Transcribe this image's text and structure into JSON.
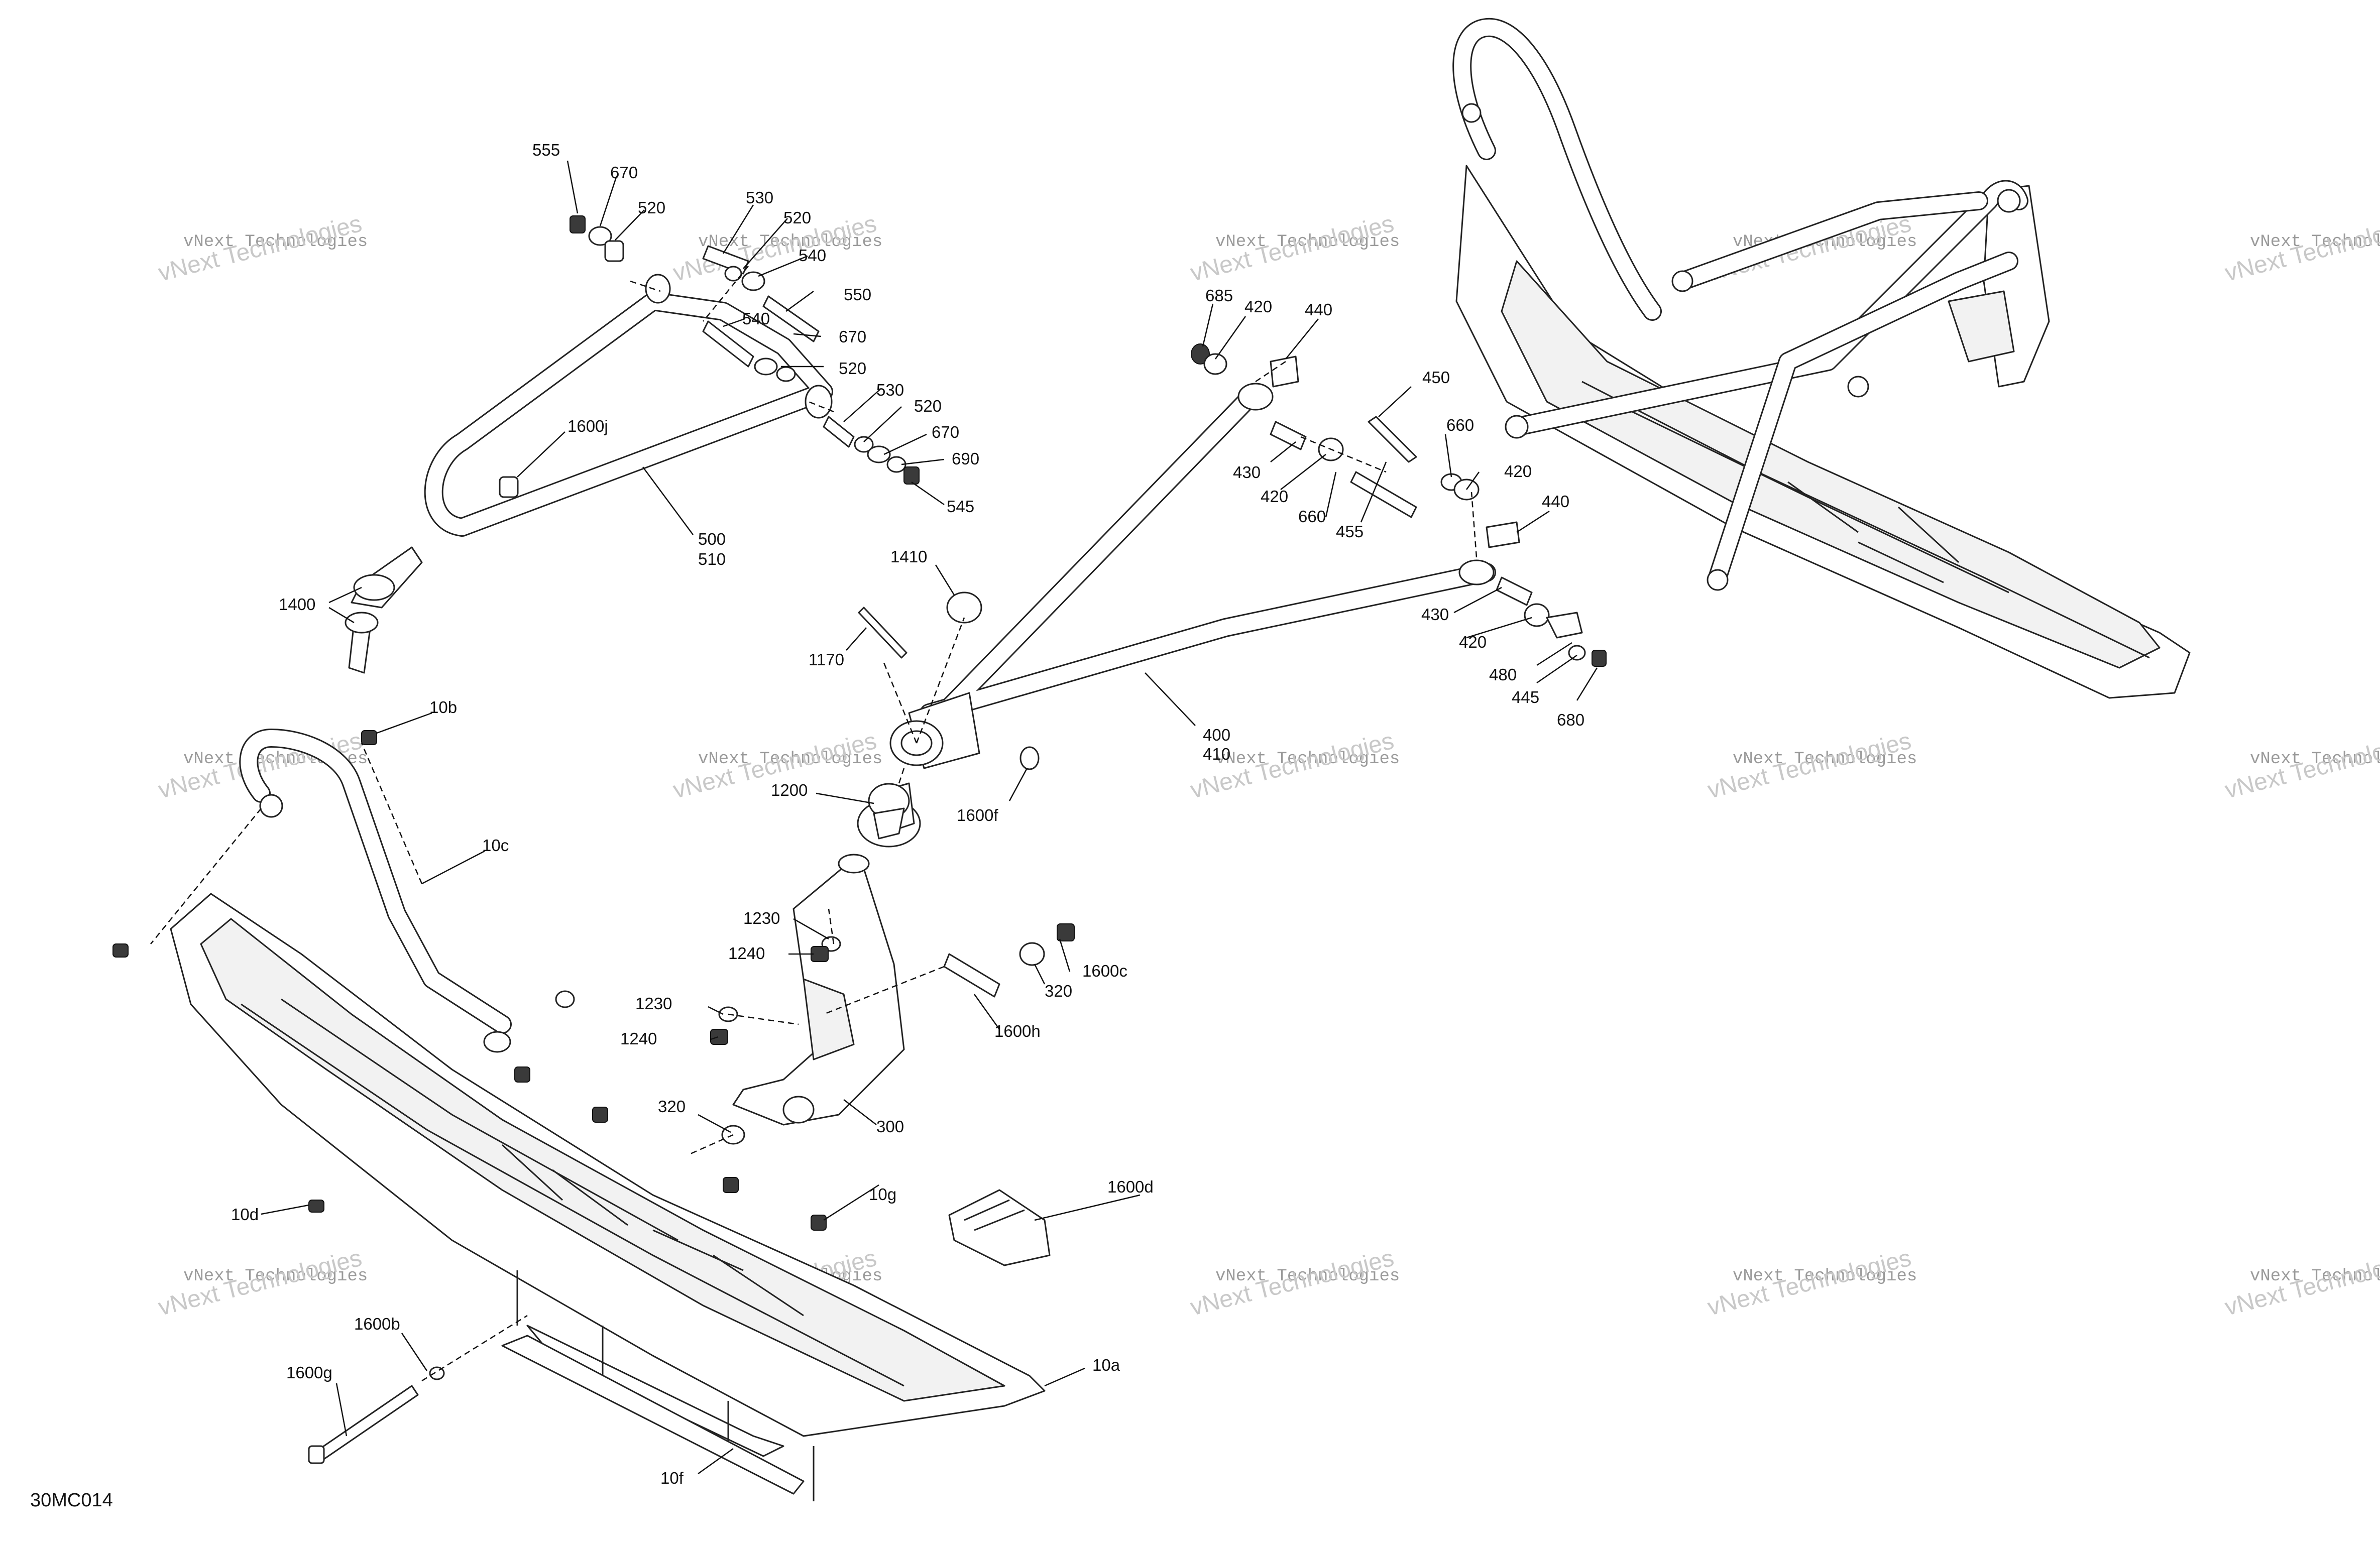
{
  "diagram": {
    "code": "30MC014",
    "watermark": {
      "line1": "vNext Technologies",
      "line2": "vNext Technologies"
    },
    "callouts": [
      {
        "id": "c555",
        "text": "555"
      },
      {
        "id": "c670a",
        "text": "670"
      },
      {
        "id": "c520a",
        "text": "520"
      },
      {
        "id": "c530a",
        "text": "530"
      },
      {
        "id": "c520b",
        "text": "520"
      },
      {
        "id": "c540a",
        "text": "540"
      },
      {
        "id": "c550",
        "text": "550"
      },
      {
        "id": "c540b",
        "text": "540"
      },
      {
        "id": "c670b",
        "text": "670"
      },
      {
        "id": "c520c",
        "text": "520"
      },
      {
        "id": "c530b",
        "text": "530"
      },
      {
        "id": "c520d",
        "text": "520"
      },
      {
        "id": "c670c",
        "text": "670"
      },
      {
        "id": "c690",
        "text": "690"
      },
      {
        "id": "c545",
        "text": "545"
      },
      {
        "id": "c1600j",
        "text": "1600j"
      },
      {
        "id": "c500",
        "text": "500"
      },
      {
        "id": "c510",
        "text": "510"
      },
      {
        "id": "c1400",
        "text": "1400"
      },
      {
        "id": "c685",
        "text": "685"
      },
      {
        "id": "c420a",
        "text": "420"
      },
      {
        "id": "c440a",
        "text": "440"
      },
      {
        "id": "c450",
        "text": "450"
      },
      {
        "id": "c660a",
        "text": "660"
      },
      {
        "id": "c420b",
        "text": "420"
      },
      {
        "id": "c430a",
        "text": "430"
      },
      {
        "id": "c420c",
        "text": "420"
      },
      {
        "id": "c660b",
        "text": "660"
      },
      {
        "id": "c455",
        "text": "455"
      },
      {
        "id": "c440b",
        "text": "440"
      },
      {
        "id": "c430b",
        "text": "430"
      },
      {
        "id": "c420d",
        "text": "420"
      },
      {
        "id": "c480",
        "text": "480"
      },
      {
        "id": "c445",
        "text": "445"
      },
      {
        "id": "c680",
        "text": "680"
      },
      {
        "id": "c1410",
        "text": "1410"
      },
      {
        "id": "c1170",
        "text": "1170"
      },
      {
        "id": "c400",
        "text": "400"
      },
      {
        "id": "c410",
        "text": "410"
      },
      {
        "id": "c1600f",
        "text": "1600f"
      },
      {
        "id": "c1200",
        "text": "1200"
      },
      {
        "id": "c10b",
        "text": "10b"
      },
      {
        "id": "c10c",
        "text": "10c"
      },
      {
        "id": "c1230a",
        "text": "1230"
      },
      {
        "id": "c1240a",
        "text": "1240"
      },
      {
        "id": "c1230b",
        "text": "1230"
      },
      {
        "id": "c1240b",
        "text": "1240"
      },
      {
        "id": "c320a",
        "text": "320"
      },
      {
        "id": "c1600c",
        "text": "1600c"
      },
      {
        "id": "c1600h",
        "text": "1600h"
      },
      {
        "id": "c320b",
        "text": "320"
      },
      {
        "id": "c300",
        "text": "300"
      },
      {
        "id": "c10d",
        "text": "10d"
      },
      {
        "id": "c10g",
        "text": "10g"
      },
      {
        "id": "c1600d",
        "text": "1600d"
      },
      {
        "id": "c1600b",
        "text": "1600b"
      },
      {
        "id": "c1600g",
        "text": "1600g"
      },
      {
        "id": "c10a",
        "text": "10a"
      },
      {
        "id": "c10f",
        "text": "10f"
      }
    ]
  }
}
